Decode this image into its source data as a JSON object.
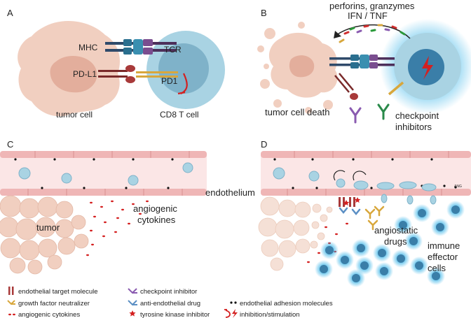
{
  "panels": {
    "a": {
      "letter": "A",
      "mhc": "MHC",
      "tcr": "TCR",
      "pdl1": "PD-L1",
      "pd1": "PD1",
      "tumor_cell": "tumor cell",
      "t_cell": "CD8 T cell"
    },
    "b": {
      "letter": "B",
      "cytotoxic_line1": "perforins, granzymes",
      "cytotoxic_line2": "IFN / TNF",
      "tumor_death": "tumor cell death",
      "checkpoint_line1": "checkpoint",
      "checkpoint_line2": "inhibitors"
    },
    "c": {
      "letter": "C",
      "tumor": "tumor",
      "angio_line1": "angiogenic",
      "angio_line2": "cytokines"
    },
    "d": {
      "letter": "D",
      "angiostatic_line1": "angiostatic",
      "angiostatic_line2": "drugs",
      "immune_line1": "immune",
      "immune_line2": "effector",
      "immune_line3": "cells"
    },
    "endothelium": "endothelium",
    "watermark": "ANG"
  },
  "legend": [
    {
      "icon": "endothelial-target-icon",
      "label": "endothelial target molecule"
    },
    {
      "icon": "checkpoint-inhibitor-icon",
      "label": "checkpoint inhibitor"
    },
    {
      "icon": "growth-factor-neutralizer-icon",
      "label": "growth factor neutralizer"
    },
    {
      "icon": "anti-endothelial-drug-icon",
      "label": "anti-endothelial drug"
    },
    {
      "icon": "adhesion-molecules-icon",
      "label": "endothelial adhesion molecules"
    },
    {
      "icon": "angiogenic-cytokines-icon",
      "label": "angiogenic cytokines"
    },
    {
      "icon": "tyrosine-kinase-icon",
      "label": "tyrosine kinase inhibitor"
    },
    {
      "icon": "inhibition-stimulation-icon",
      "label": "inhibition/stimulation"
    }
  ],
  "colors": {
    "tumor": "#f1cfc0",
    "tumor_nucleus": "#e3ae9c",
    "t_cell": "#a9d3e3",
    "t_cell_nucleus": "#6fa7c0",
    "endothelium": "#efb6b6",
    "vessel_lumen": "#fbe6e6",
    "receptor_red": "#a83a3a",
    "checkpoint_purple": "#8a5bb0",
    "anti_endo_blue": "#5b8fc4",
    "neutralizer_gold": "#d8a73c",
    "inhibition_red": "#d42020",
    "glow": "#3bb5e8"
  }
}
